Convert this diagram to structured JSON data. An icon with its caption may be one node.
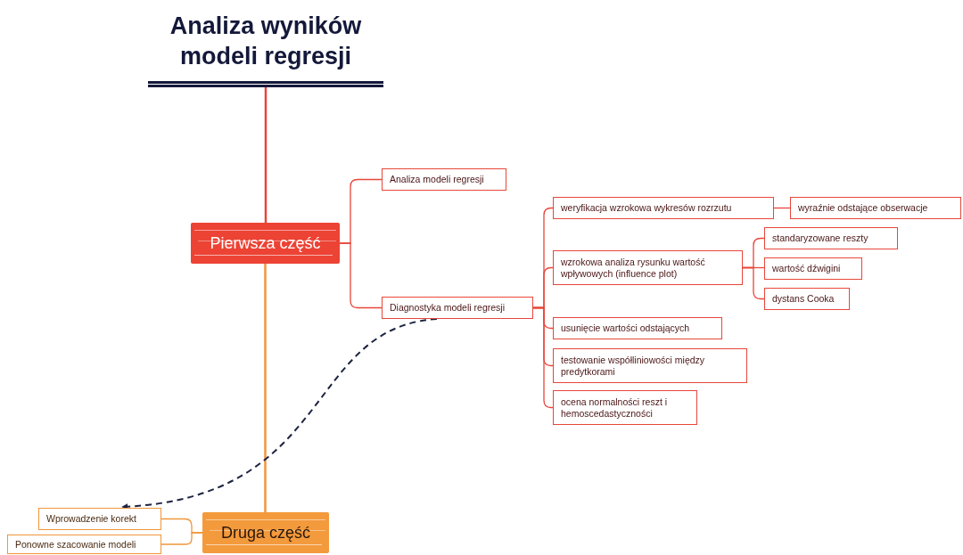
{
  "diagram": {
    "nodes": [
      {
        "text": [
          "Analiza wyników modeli regresji"
        ]
      },
      {
        "text": [
          "Pierwsza część"
        ]
      },
      {
        "text": [
          "Analiza modeli regresji"
        ]
      },
      {
        "text": [
          "Diagnostyka modeli regresji"
        ]
      },
      {
        "text": [
          "weryfikacja wzrokowa wykresów rozrzutu"
        ]
      },
      {
        "text": [
          "wyraźnie odstające obserwacje"
        ]
      },
      {
        "text": [
          "wzrokowa analiza rysunku wartość wpływowych (influence plot)"
        ]
      },
      {
        "text": [
          "standaryzowane reszty"
        ]
      },
      {
        "text": [
          "wartość dźwigini"
        ]
      },
      {
        "text": [
          "dystans Cooka"
        ]
      },
      {
        "text": [
          "usunięcie wartości odstających"
        ]
      },
      {
        "text": [
          "testowanie współliniowości między predytkorami"
        ]
      },
      {
        "text": [
          "ocena normalności reszt i hemoscedastyczności"
        ]
      },
      {
        "text": [
          "Druga część"
        ]
      },
      {
        "text": [
          "Wprowadzenie korekt"
        ]
      },
      {
        "text": [
          "Ponowne szacowanie modeli"
        ]
      }
    ],
    "edges": [
      {
        "from": 0,
        "to": 1,
        "arrow": "none"
      },
      {
        "from": 1,
        "to": 13,
        "arrow": "none",
        "color": "#f0963a"
      },
      {
        "from": 1,
        "to": 2,
        "arrow": "none"
      },
      {
        "from": 1,
        "to": 3,
        "arrow": "none"
      },
      {
        "from": 3,
        "to": 4,
        "arrow": "none"
      },
      {
        "from": 4,
        "to": 5,
        "arrow": "none"
      },
      {
        "from": 3,
        "to": 6,
        "arrow": "none"
      },
      {
        "from": 6,
        "to": 7,
        "arrow": "none"
      },
      {
        "from": 6,
        "to": 8,
        "arrow": "none"
      },
      {
        "from": 6,
        "to": 9,
        "arrow": "none"
      },
      {
        "from": 3,
        "to": 10,
        "arrow": "none"
      },
      {
        "from": 3,
        "to": 11,
        "arrow": "none"
      },
      {
        "from": 3,
        "to": 12,
        "arrow": "none"
      },
      {
        "from": 13,
        "to": 14,
        "arrow": "none",
        "color": "#f0963a"
      },
      {
        "from": 13,
        "to": 15,
        "arrow": "none",
        "color": "#f0963a"
      },
      {
        "from": 3,
        "to": 14,
        "arrow": "to",
        "style": "dashed",
        "color": "#1c2340"
      }
    ]
  }
}
